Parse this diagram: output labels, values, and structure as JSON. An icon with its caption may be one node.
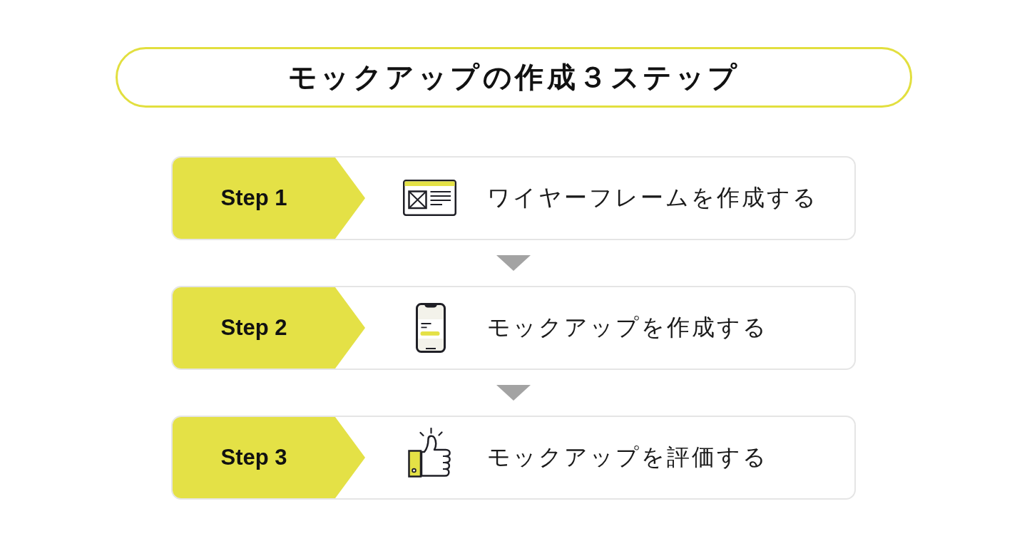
{
  "diagram": {
    "title": "モックアップの作成３ステップ",
    "nodes": [
      {
        "text": [
          "ワイヤーフレームを作成する"
        ]
      },
      {
        "text": [
          "Step 1"
        ],
        "in": 0
      },
      {
        "text": [
          "モックアップを作成する"
        ]
      },
      {
        "text": [
          "Step 2"
        ],
        "in": 2
      },
      {
        "text": [
          "モックアップを評価する"
        ]
      },
      {
        "text": [
          "Step 3"
        ],
        "in": 4
      }
    ],
    "edges": [
      {
        "from": 0,
        "to": 2,
        "arrow": "to"
      },
      {
        "from": 2,
        "to": 4,
        "arrow": "to"
      }
    ]
  }
}
